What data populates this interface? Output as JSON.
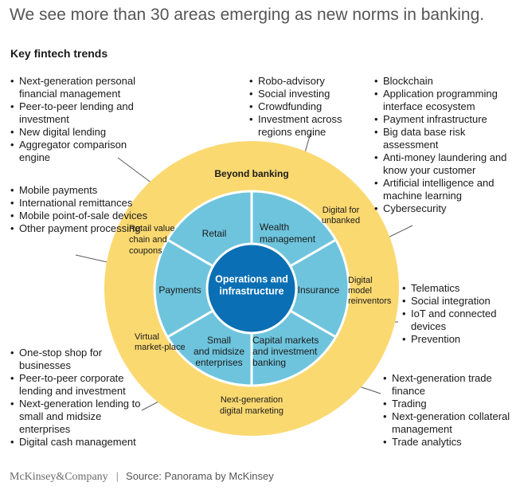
{
  "title": "We see more than 30 areas emerging as new norms in banking.",
  "subtitle": "Key fintech trends",
  "lists": {
    "retail": [
      "Next-generation personal financial management",
      "Peer-to-peer lending and investment",
      "New digital lending",
      "Aggregator comparison engine"
    ],
    "payments": [
      "Mobile payments",
      "International remittances",
      "Mobile point-of-sale devices",
      "Other payment processing"
    ],
    "wealth": [
      "Robo-advisory",
      "Social investing",
      "Crowdfunding",
      "Investment across regions engine"
    ],
    "infrastructure": [
      "Blockchain",
      "Application programming interface ecosystem",
      "Payment infrastructure",
      "Big data base risk assessment",
      "Anti-money laundering and know your customer",
      "Artificial intelligence and machine learning",
      "Cybersecurity"
    ],
    "insurance": [
      "Telematics",
      "Social integration",
      "IoT and connected devices",
      "Prevention"
    ],
    "sme": [
      "One-stop shop for businesses",
      "Peer-to-peer corporate lending and investment",
      "Next-generation lending to small and midsize enterprises",
      "Digital cash management"
    ],
    "capital": [
      "Next-generation trade finance",
      "Trading",
      "Next-generation collateral management",
      "Trade analytics"
    ]
  },
  "diagram": {
    "center_label": "Operations and infrastructure",
    "segments": {
      "retail": "Retail",
      "wealth": "Wealth management",
      "insurance": "Insurance",
      "capital": "Capital markets and investment banking",
      "sme": "Small and midsize enterprises",
      "payments": "Payments"
    },
    "outer": {
      "beyond": "Beyond banking",
      "unbanked": "Digital for unbanked",
      "retail_value": "Retail value chain and coupons",
      "digital_model": "Digital model reinventors",
      "marketplace": "Virtual market-place",
      "marketing": "Next-generation digital marketing"
    },
    "colors": {
      "outer_ring": "#fbd971",
      "segment": "#6ec4dd",
      "center": "#0a6fb4",
      "center_text": "#ffffff",
      "line": "#5a5a5a"
    }
  },
  "footer": {
    "brand": "McKinsey&Company",
    "source": "Source: Panorama by McKinsey"
  }
}
